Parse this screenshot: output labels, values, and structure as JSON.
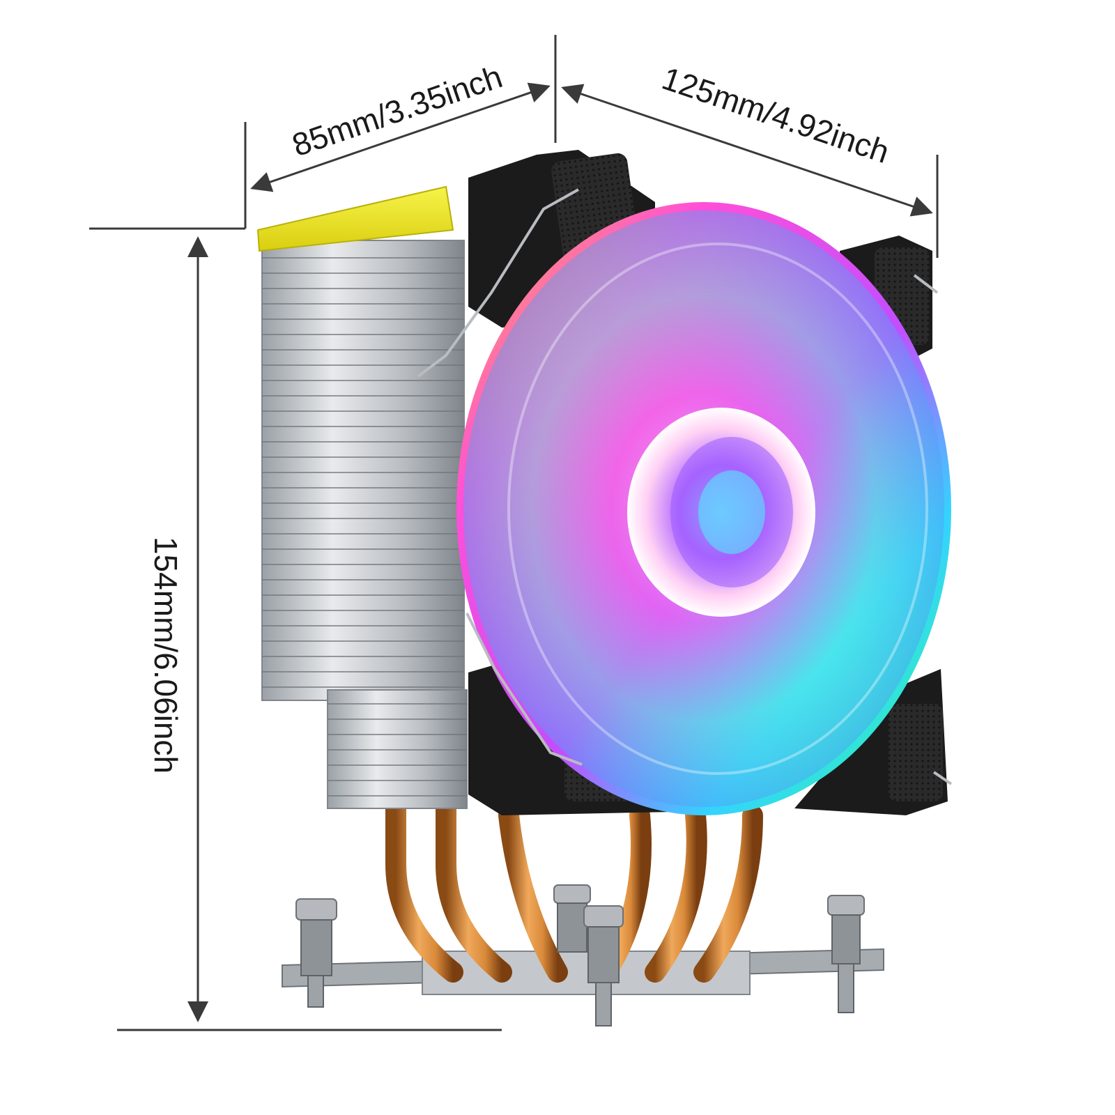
{
  "dimensions": {
    "depth": "85mm/3.35inch",
    "width": "125mm/4.92inch",
    "height": "154mm/6.06inch"
  },
  "colors": {
    "background": "#ffffff",
    "dimension_line": "#3a3a3a",
    "fin_silver": "#c9ccd1",
    "fin_edge": "#8c9096",
    "top_cap": "#f2ee1e",
    "fan_frame": "#1b1b1b",
    "copper": "#d98a3a",
    "mount_metal": "#9ea3a8"
  },
  "icons": {
    "fan": "rgb-fan-icon",
    "heatsink": "heatsink-fins-icon",
    "heatpipe": "heatpipe-icon",
    "screw": "spring-screw-icon"
  }
}
